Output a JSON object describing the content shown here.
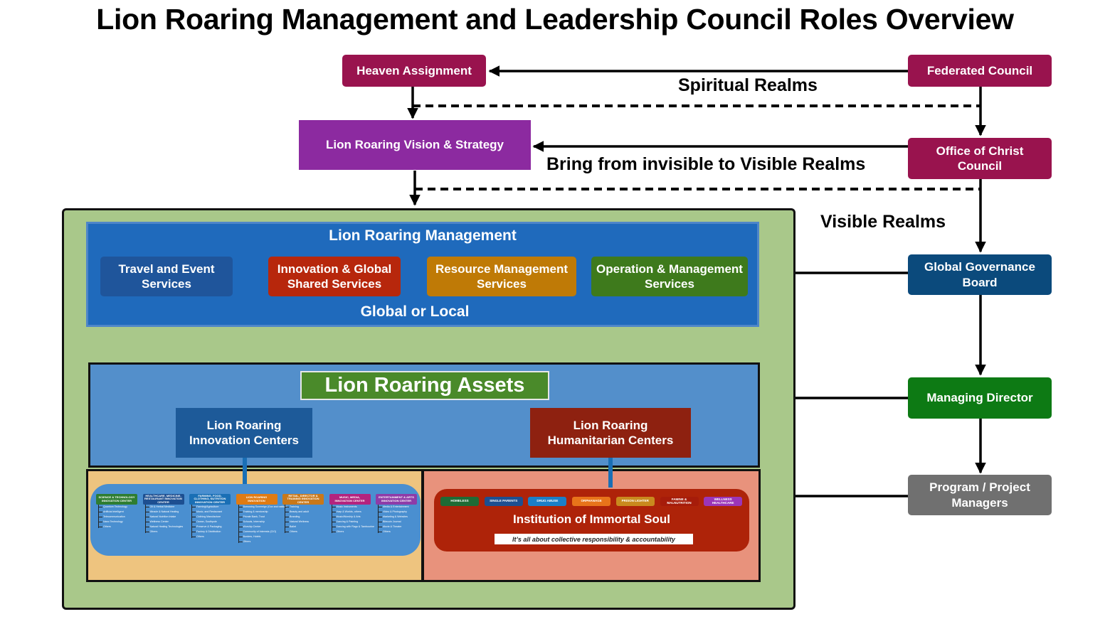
{
  "title": "Lion Roaring Management and Leadership Council Roles Overview",
  "right_nodes": {
    "federated": "Federated Council",
    "office": "Office of Christ Council",
    "governance": "Global Governance Board",
    "managing": "Managing Director",
    "program": "Program / Project Managers"
  },
  "heaven": "Heaven Assignment",
  "vision": "Lion Roaring Vision & Strategy",
  "labels": {
    "spiritual": "Spiritual Realms",
    "bring": "Bring from invisible to Visible Realms",
    "visible": "Visible Realms"
  },
  "management": {
    "title": "Lion Roaring Management",
    "footer": "Global or Local",
    "services": [
      {
        "label": "Travel and Event Services",
        "color": "#1f559b"
      },
      {
        "label": "Innovation & Global Shared Services",
        "color": "#b7270c"
      },
      {
        "label": "Resource Management Services",
        "color": "#bf7a06"
      },
      {
        "label": "Operation & Management Services",
        "color": "#3e7a1c"
      }
    ]
  },
  "assets": {
    "title": "Lion Roaring Assets",
    "innovation": "Lion Roaring Innovation Centers",
    "humanitarian": "Lion Roaring Humanitarian  Centers"
  },
  "innovation_columns": [
    {
      "header": "SCIENCE & TECHNOLOGY INNOVATION CENTER",
      "color": "#2e7d32",
      "items": [
        "Quantum Technology",
        "Artificial intelligent",
        "Telecommunication",
        "Nano Technology",
        "Others"
      ]
    },
    {
      "header": "HEALTHCARE, MEDICINE, RESTAURANT INNOVATION CENTER",
      "color": "#1d4f91",
      "items": [
        "Oil & Herbal Medicine",
        "Miracle & Natural Healing",
        "Natural Nutrition Intake",
        "Wellness Center",
        "Natural Healing Technologies",
        "Others"
      ]
    },
    {
      "header": "FARMING, FOOD, CLOTHING, NUTRITION INNOVATION CENTER",
      "color": "#1a6fb5",
      "items": [
        "Farming/Agriculture",
        "Music, and Restaurant",
        "Clothing Manufacture",
        "Ocean, Southpole",
        "Preserve & Packaging",
        "Factory & Distribution",
        "Others"
      ]
    },
    {
      "header": "LION ROARING INNOVATION",
      "color": "#e07b13",
      "items": [
        "Borrowing Sovereign (Gov and nations)",
        "Training & mentorship",
        "Private Bank, Trust",
        "Schools, Internship",
        "Worship Center",
        "Community of Interests (CIO)",
        "Borders, Hotels",
        "Others"
      ]
    },
    {
      "header": "RETAIL, DIRECTOR & TRAINING INNOVATION CENTER",
      "color": "#c9781a",
      "items": [
        "Training",
        "Beauty and adult",
        "Branding",
        "Natural Wellness",
        "Ballet",
        "Others"
      ]
    },
    {
      "header": "MUSIC, MEDIA, INNOVATION CENTER",
      "color": "#b3237e",
      "items": [
        "Music Instruments",
        "Harp & Worlds, others",
        "Music/Worship & Arts",
        "Dancing & Painting",
        "Dancing with Flags & Tambourine",
        "Others"
      ]
    },
    {
      "header": "ENTERTAINMENT & ARTS INNOVATION CENTER",
      "color": "#8e3ba8",
      "items": [
        "Media & Entertainment",
        "Video & Photography",
        "Marketing & Websites",
        "Bitecoin Journal",
        "Movie & Theater",
        "Others"
      ]
    }
  ],
  "humanitarian_tags": [
    {
      "label": "HOMELESS",
      "color": "#1f6b35"
    },
    {
      "label": "SINGLE PARENTS",
      "color": "#1d4f91"
    },
    {
      "label": "DRUG ABUSE",
      "color": "#1a7fc8"
    },
    {
      "label": "ORPHANAGE",
      "color": "#e8741a"
    },
    {
      "label": "PRISON LIGHTER",
      "color": "#c98a1e"
    },
    {
      "label": "FAMINE & MALNUTRITION",
      "color": "#a61c0a"
    },
    {
      "label": "WELLNESS HEALTHCARE",
      "color": "#9b35b8"
    }
  ],
  "institution": {
    "title": "Institution of Immortal Soul",
    "tagline": "It’s all about collective responsibility & accountability"
  },
  "colors": {
    "crimson": "#99134e",
    "purple": "#8c2aa0",
    "green_outer": "#a9c88a",
    "mgmt_blue": "#1f6abc",
    "assets_blue": "#538fcb",
    "assets_green": "#4a8a2a",
    "dark_red": "#8e2110",
    "governance": "#0b4a7c",
    "managing": "#0d7a14",
    "program": "#707070",
    "yellow_panel": "#eec47f",
    "salmon_panel": "#e8927c"
  }
}
